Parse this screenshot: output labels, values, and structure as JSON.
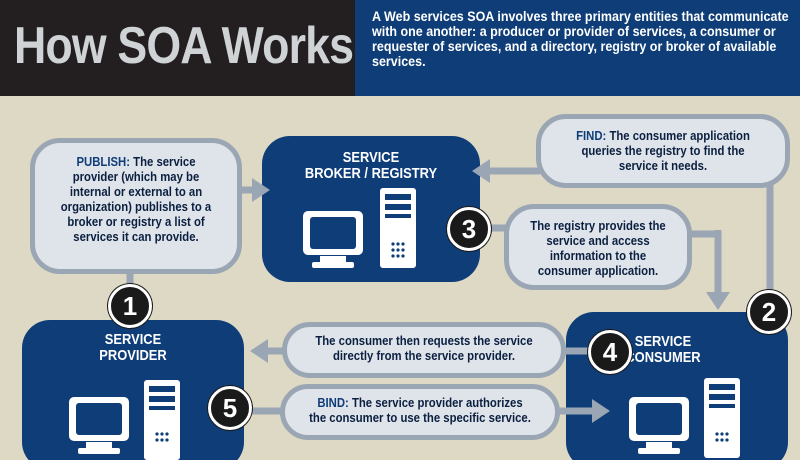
{
  "header": {
    "title": "How SOA Works",
    "description": "A Web services SOA involves three primary entities that communicate with one another: a producer or provider of services, a consumer or requester of services, and a directory, registry or broker of available services."
  },
  "entities": {
    "broker": {
      "line1": "SERVICE",
      "line2": "BROKER / REGISTRY"
    },
    "provider": {
      "line1": "SERVICE",
      "line2": "PROVIDER"
    },
    "consumer": {
      "line1": "SERVICE",
      "line2": "CONSUMER"
    }
  },
  "steps": {
    "publish": {
      "keyword": "PUBLISH:",
      "text": " The service provider (which may be internal or external to an organization) publishes to a broker or registry a list of services it can provide."
    },
    "find": {
      "keyword": "FIND:",
      "text": " The consumer application queries the registry to find the service it needs."
    },
    "registry_provides": {
      "text": "The registry provides the service and access information to the consumer application."
    },
    "request": {
      "text": "The consumer then requests the service directly from the service provider."
    },
    "bind": {
      "keyword": "BIND:",
      "text": " The service provider authorizes the consumer to use the specific service."
    }
  },
  "badges": [
    "1",
    "2",
    "3",
    "4",
    "5"
  ],
  "colors": {
    "background": "#ddd9c4",
    "header_dark": "#231f20",
    "header_blue": "#0e3d78",
    "entity_blue": "#0e3d78",
    "bubble_fill": "#dfe3ea",
    "bubble_border": "#9aa6b3",
    "badge": "#1a1a1a"
  },
  "icons": [
    "computer-monitor-icon",
    "server-tower-icon"
  ]
}
